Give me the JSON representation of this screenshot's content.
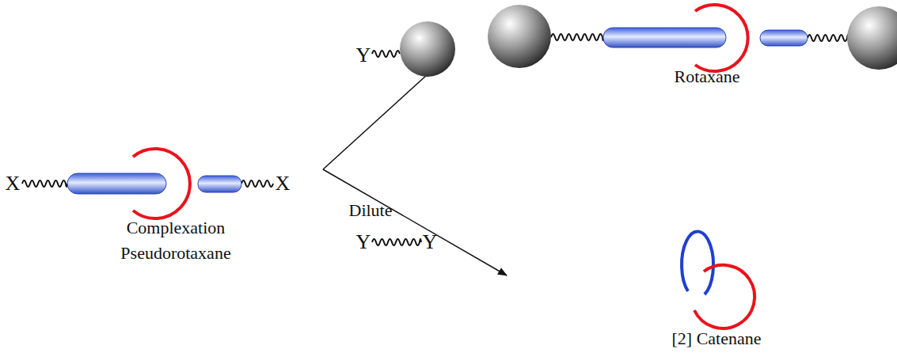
{
  "diagram": {
    "labels": [
      "X",
      "X",
      "Complexation",
      "Pseudorotaxane",
      "Y",
      "Dilute",
      "Y",
      "Y",
      "Rotaxane",
      "[2] Catenane"
    ]
  }
}
